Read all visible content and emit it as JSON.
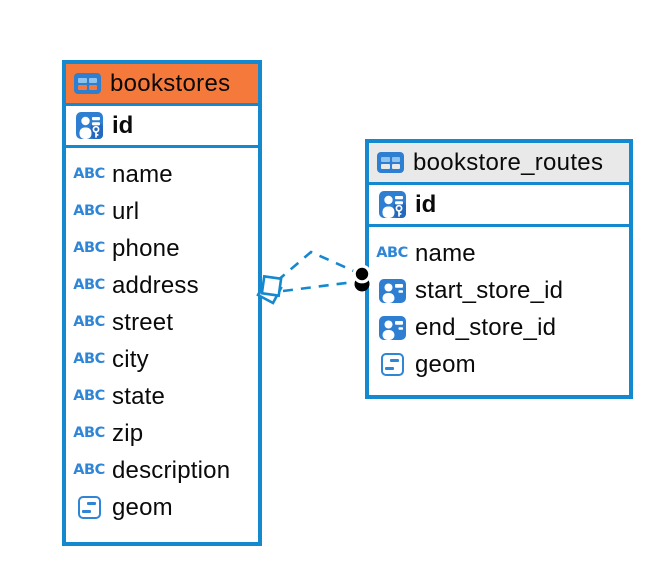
{
  "icons": {
    "text_column_glyph": "ABC"
  },
  "colors": {
    "accent_blue": "#1489CF",
    "icon_blue": "#2E7FD2",
    "icon_light_blue": "#8FC3EC",
    "header_orange": "#F5793B",
    "header_gray": "#E9E9E9",
    "relationship_line": "#1489CF",
    "target_marker": "#000000"
  },
  "diagram": {
    "tables": [
      {
        "name": "bookstores",
        "header_style": "orange",
        "primary_key": {
          "name": "id",
          "icon": "primary-key-icon"
        },
        "columns": [
          {
            "name": "name",
            "icon": "text-column-icon"
          },
          {
            "name": "url",
            "icon": "text-column-icon"
          },
          {
            "name": "phone",
            "icon": "text-column-icon"
          },
          {
            "name": "address",
            "icon": "text-column-icon"
          },
          {
            "name": "street",
            "icon": "text-column-icon"
          },
          {
            "name": "city",
            "icon": "text-column-icon"
          },
          {
            "name": "state",
            "icon": "text-column-icon"
          },
          {
            "name": "zip",
            "icon": "text-column-icon"
          },
          {
            "name": "description",
            "icon": "text-column-icon"
          },
          {
            "name": "geom",
            "icon": "geometry-column-icon"
          }
        ]
      },
      {
        "name": "bookstore_routes",
        "header_style": "gray",
        "primary_key": {
          "name": "id",
          "icon": "primary-key-icon"
        },
        "columns": [
          {
            "name": "name",
            "icon": "text-column-icon"
          },
          {
            "name": "start_store_id",
            "icon": "foreign-key-column-icon"
          },
          {
            "name": "end_store_id",
            "icon": "foreign-key-column-icon"
          },
          {
            "name": "geom",
            "icon": "geometry-column-icon"
          }
        ]
      }
    ],
    "relationships": [
      {
        "from_table": "bookstores",
        "to_table": "bookstore_routes",
        "line_style": "dashed",
        "source_marker": "diamond",
        "target_marker": "dot"
      },
      {
        "from_table": "bookstores",
        "to_table": "bookstore_routes",
        "line_style": "dashed",
        "source_marker": "diamond",
        "target_marker": "dot"
      }
    ]
  }
}
